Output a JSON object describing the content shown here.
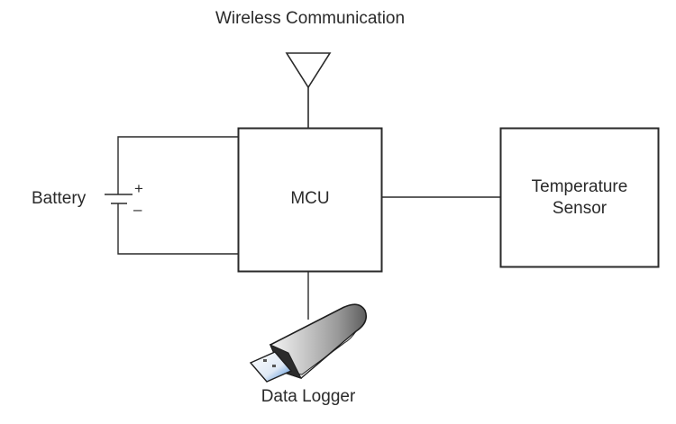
{
  "diagram": {
    "title": "Wireless Communication",
    "blocks": {
      "mcu": {
        "label": "MCU"
      },
      "sensor": {
        "label_line1": "Temperature",
        "label_line2": "Sensor"
      }
    },
    "battery": {
      "label": "Battery",
      "plus": "+",
      "minus": "–"
    },
    "data_logger": {
      "label": "Data Logger",
      "icon": "usb-flash-drive-icon"
    },
    "antenna": {
      "icon": "antenna-icon"
    },
    "connections": [
      {
        "from": "antenna",
        "to": "mcu"
      },
      {
        "from": "battery",
        "to": "mcu"
      },
      {
        "from": "mcu",
        "to": "temperature-sensor"
      },
      {
        "from": "mcu",
        "to": "data-logger"
      }
    ],
    "colors": {
      "line": "#2a2a2a",
      "usb_blue": "#4a90d9"
    }
  }
}
